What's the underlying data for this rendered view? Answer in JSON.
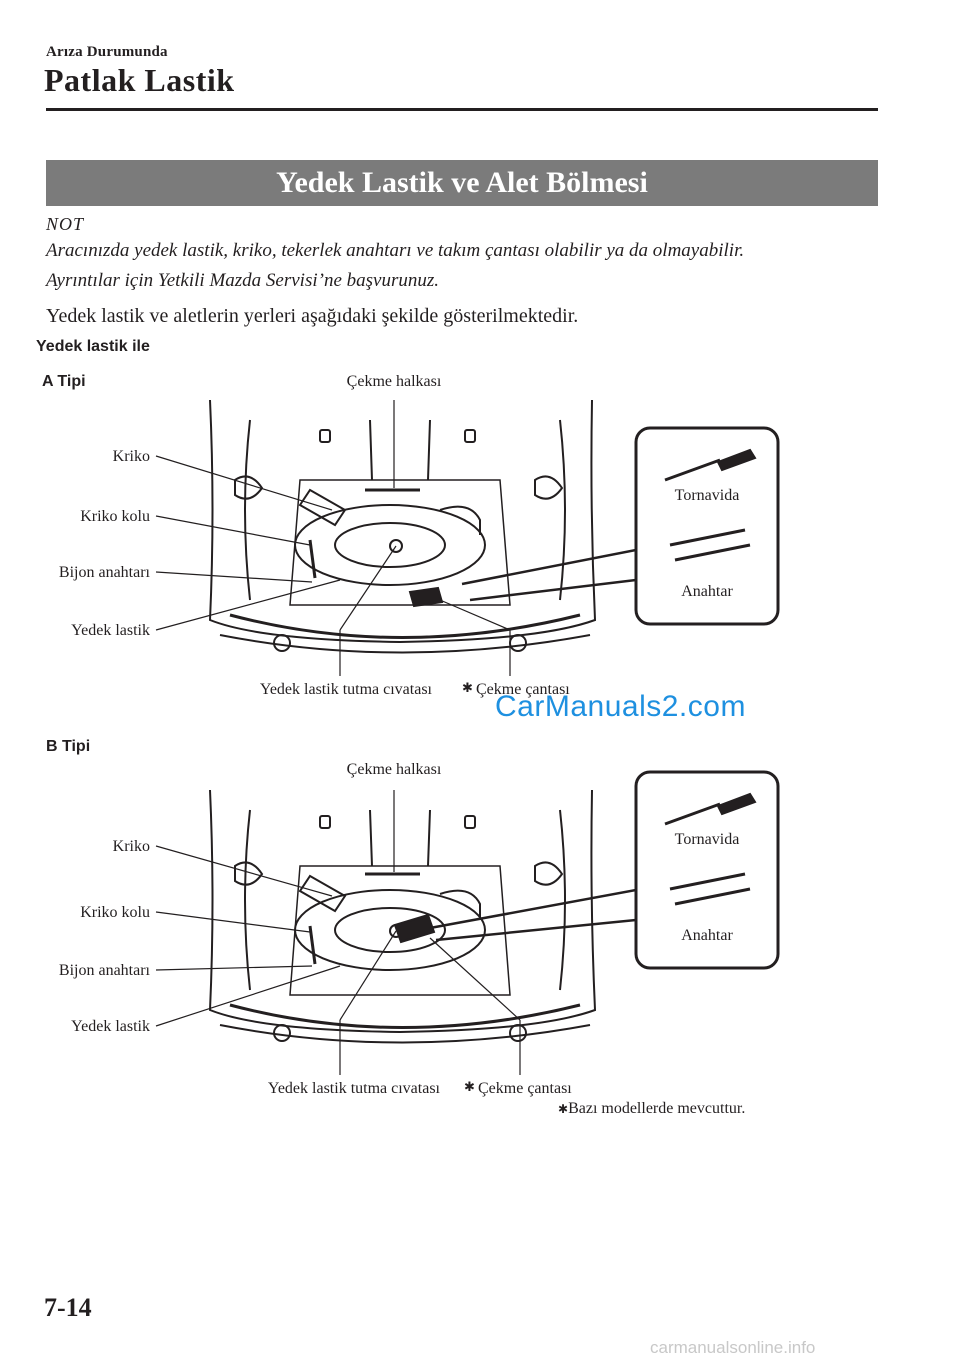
{
  "header": {
    "section": "Arıza Durumunda",
    "title": "Patlak Lastik"
  },
  "banner": "Yedek Lastik ve Alet Bölmesi",
  "note": {
    "label": "NOT",
    "line1": "Aracınızda yedek lastik, kriko, tekerlek anahtarı ve takım çantası olabilir ya da olmayabilir.",
    "line2": "Ayrıntılar için Yetkili Mazda Servisi’ne başvurunuz."
  },
  "intro": "Yedek lastik ve aletlerin yerleri aşağıdaki şekilde gösterilmektedir.",
  "subheading": "Yedek lastik ile",
  "figures": [
    {
      "type_label": "A Tipi",
      "labels": {
        "tow_hook": "Çekme halkası",
        "jack": "Kriko",
        "jack_handle": "Kriko kolu",
        "lug_wrench": "Bijon anahtarı",
        "spare_tire": "Yedek lastik",
        "spare_bolt": "Yedek lastik tutma cıvatası",
        "tow_bag": "Çekme çantası",
        "screwdriver": "Tornavida",
        "wrench": "Anahtar"
      }
    },
    {
      "type_label": "B Tipi",
      "labels": {
        "tow_hook": "Çekme halkası",
        "jack": "Kriko",
        "jack_handle": "Kriko kolu",
        "lug_wrench": "Bijon anahtarı",
        "spare_tire": "Yedek lastik",
        "spare_bolt": "Yedek lastik tutma cıvatası",
        "tow_bag": "Çekme çantası",
        "screwdriver": "Tornavida",
        "wrench": "Anahtar"
      }
    }
  ],
  "asterisk_symbol": "✱",
  "footnote": "Bazı modellerde mevcuttur.",
  "watermark": "CarManuals2.com",
  "page_number": "7-14",
  "footer_url": "carmanualsonline.info"
}
